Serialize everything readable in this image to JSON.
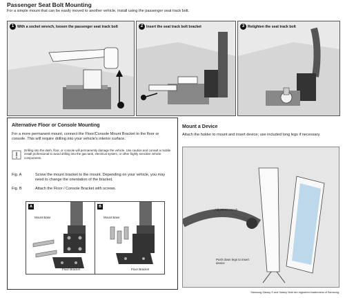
{
  "header": {
    "title": "Passenger Seat Bolt Mounting",
    "subtitle": "For a simple mount that can be easily moved to another vehicle, install using the passenger seat track bolt."
  },
  "steps": [
    {
      "num": "1",
      "text": "With a socket wrench, loosen the passenger seat track bolt"
    },
    {
      "num": "2",
      "text": "Insert the seat track bolt bracket"
    },
    {
      "num": "3",
      "text": "Retighten the seat track bolt"
    }
  ],
  "alt_section": {
    "title": "Alternative Floor or Console Mounting",
    "intro": "For a more permanent mount, connect the Floor/Console Mount Bracket to the floor or console. This will require drilling into your vehicle's interior surface.",
    "warning": "Drilling into the dash, floor, or console will permanently damage the vehicle. Use caution and consult a mobile install professional to avoid drilling into the gas tank, electrical system, or other highly sensitive vehicle components.",
    "figs": [
      {
        "label": "Fig. A",
        "text": "Screw the mount bracket to the mount. Depending on your vehicle, you may need to change the orientation of the bracket."
      },
      {
        "label": "Fig. B",
        "text": "Attach the Floor / Console Bracket with screws."
      }
    ],
    "fig_a": {
      "badge": "A",
      "mount_base": "Mount Base",
      "floor_bracket": "Floor Bracket"
    },
    "fig_b": {
      "badge": "B",
      "mount_base": "Mount Base",
      "floor_bracket": "Floor Bracket"
    }
  },
  "device_section": {
    "title": "Mount a Device",
    "text": "Attach the holder to mount and insert device; use included long legs if necessary.",
    "adjustment_knob": "Adjustment Knob",
    "push_down": "Push down legs to insert device"
  },
  "footer": {
    "trademark": "Samsung Galaxy S and Galaxy Note are registered trademarks of Samsung."
  }
}
